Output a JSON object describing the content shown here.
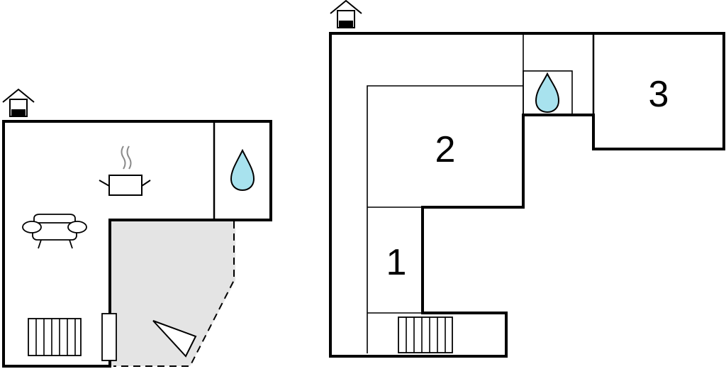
{
  "floor_plan_left": {
    "icons": [
      "house-entrance-icon",
      "cooking-pot-icon",
      "sofa-icon",
      "water-drop-icon",
      "radiator-icon",
      "sun-terrace-icon"
    ]
  },
  "floor_plan_right": {
    "icons": [
      "house-entrance-icon",
      "water-drop-icon",
      "radiator-icon"
    ],
    "rooms": [
      {
        "number": "1"
      },
      {
        "number": "2"
      },
      {
        "number": "3"
      }
    ]
  },
  "colors": {
    "wall": "#000000",
    "terrace_fill": "#e4e4e4",
    "water": "#a8e2ee",
    "background": "#ffffff"
  }
}
